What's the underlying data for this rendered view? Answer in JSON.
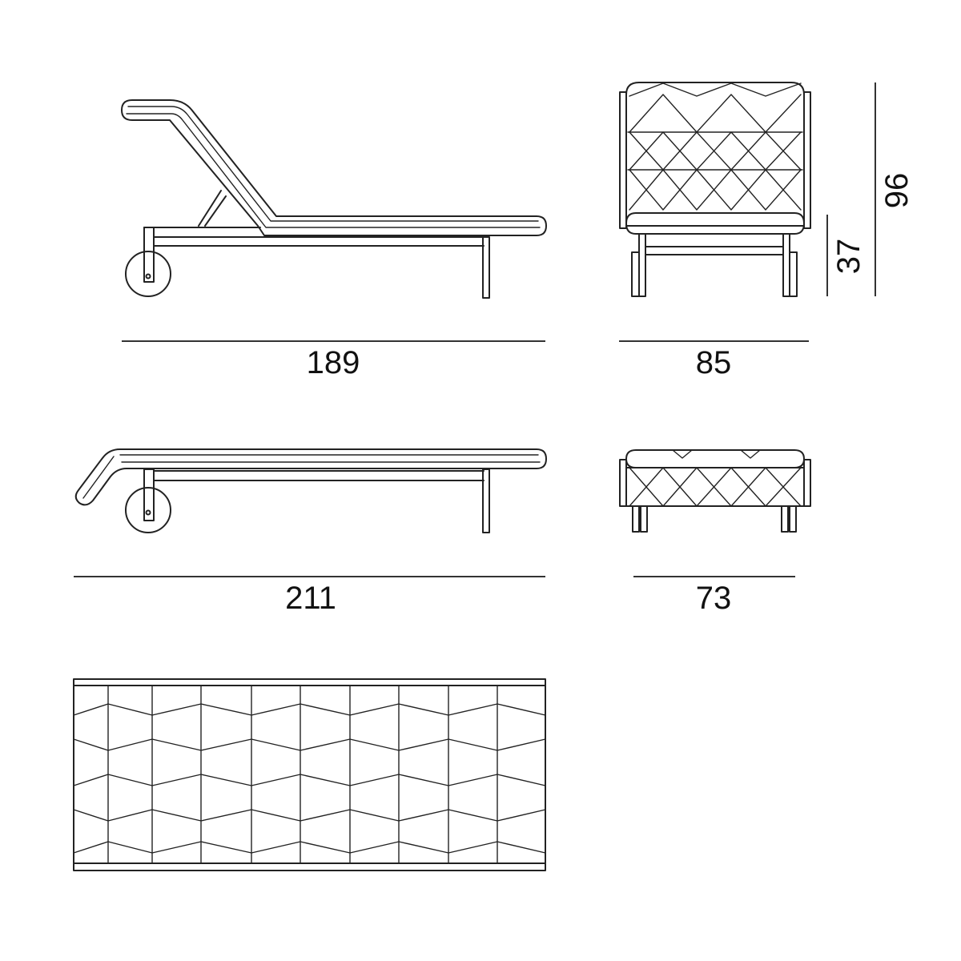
{
  "dimensions": {
    "side_reclined_length": "189",
    "front_reclined_width": "85",
    "total_height": "96",
    "seat_height": "37",
    "side_flat_length": "211",
    "front_flat_width": "73"
  }
}
